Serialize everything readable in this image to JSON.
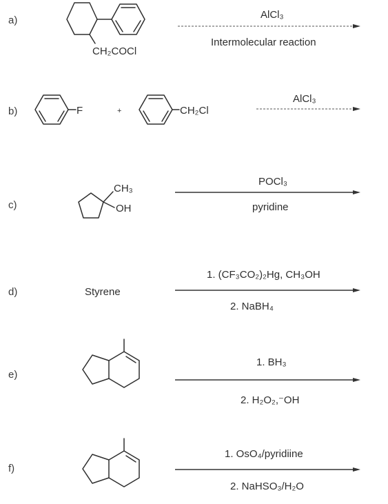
{
  "problems": [
    {
      "label": "a)",
      "substituent": "CH₂COCl",
      "reagents_above": "AlCl₃",
      "reagents_below": "Intermolecular reaction"
    },
    {
      "label": "b)",
      "substituent_1": "F",
      "plus": "+",
      "substituent_2": "CH₂Cl",
      "reagents_above": "AlCl₃"
    },
    {
      "label": "c)",
      "substituent_1": "CH₃",
      "substituent_2": "OH",
      "reagents_above": "POCl₃",
      "reagents_below": "pyridine"
    },
    {
      "label": "d)",
      "substrate": "Styrene",
      "reagents_above": "1. (CF₃CO₂)₂Hg, CH₃OH",
      "reagents_below": "2. NaBH₄"
    },
    {
      "label": "e)",
      "reagents_above": "1. BH₃",
      "reagents_below": "2. H₂O₂,⁻OH"
    },
    {
      "label": "f)",
      "reagents_above": "1. OsO₄/pyridiine",
      "reagents_below": "2. NaHSO₃/H₂O"
    }
  ]
}
